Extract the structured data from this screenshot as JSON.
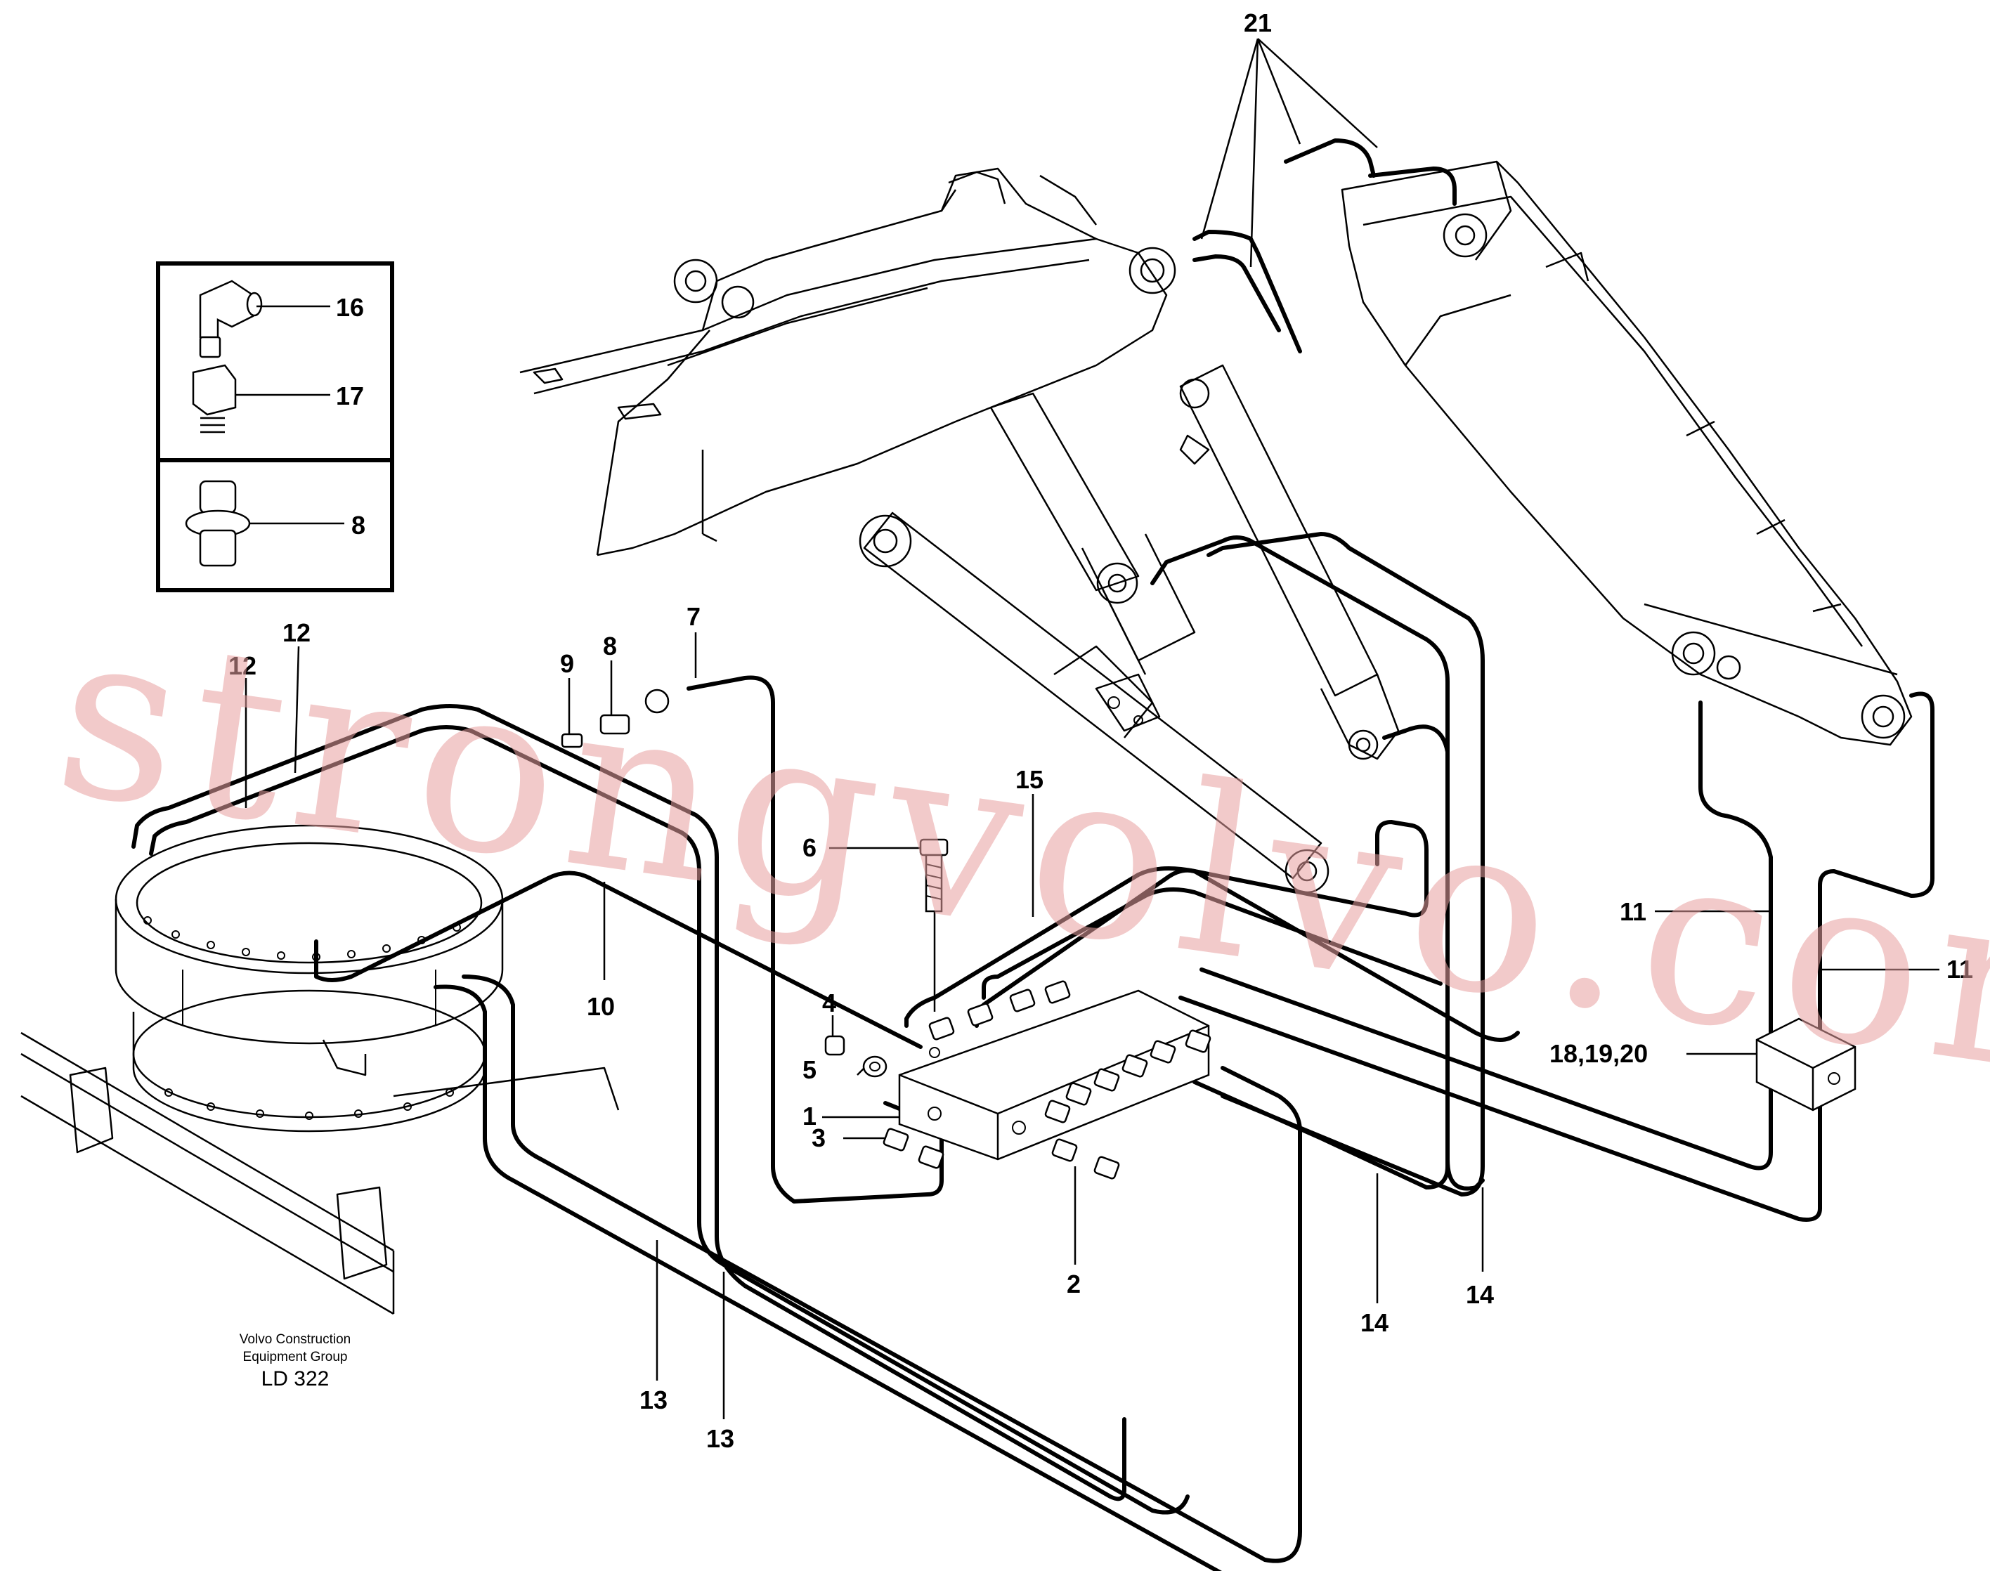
{
  "callouts": {
    "c1": "1",
    "c2": "2",
    "c3": "3",
    "c4": "4",
    "c5": "5",
    "c6": "6",
    "c7": "7",
    "c8a": "8",
    "c8b": "8",
    "c9": "9",
    "c10": "10",
    "c11a": "11",
    "c11b": "11",
    "c12a": "12",
    "c12b": "12",
    "c13a": "13",
    "c13b": "13",
    "c14a": "14",
    "c14b": "14",
    "c15": "15",
    "c16": "16",
    "c17": "17",
    "c18": "18,19,20",
    "c21": "21"
  },
  "caption": {
    "line1": "Volvo Construction",
    "line2": "Equipment Group",
    "code": "LD 322"
  },
  "watermark": "strongvolvo.com",
  "colors": {
    "ink": "#000000",
    "watermark": "#e8a0a0"
  }
}
